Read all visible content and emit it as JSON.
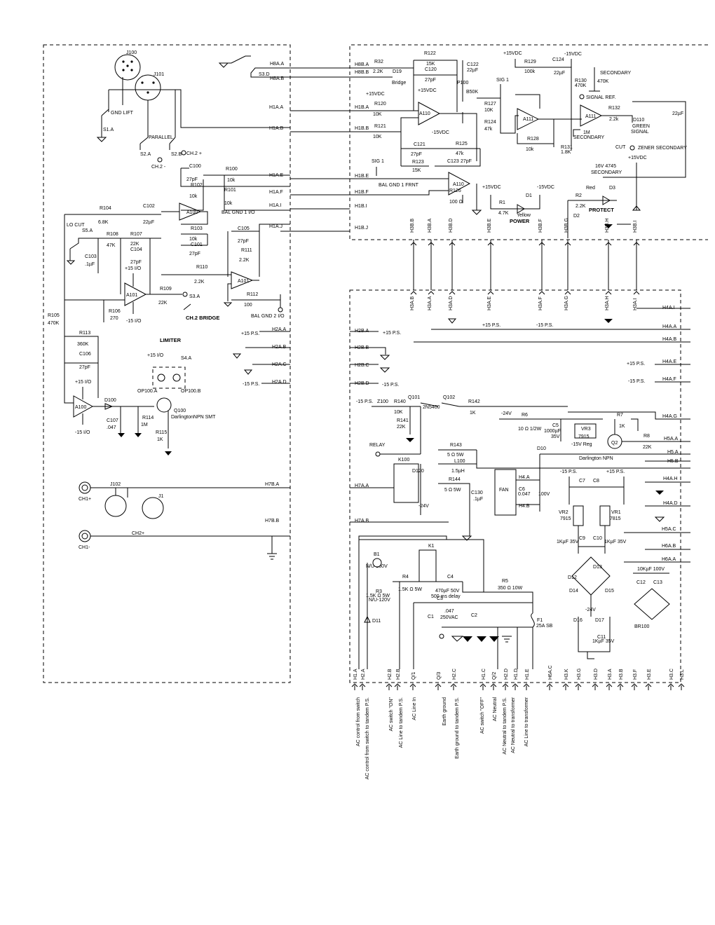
{
  "labels": {
    "j100": "J100",
    "j101": "J101",
    "gnd_lift": "GND LIFT",
    "s1a": "S1.A",
    "parallel": "PARALLEL",
    "s2a": "S2.A",
    "s2b": "S2.B",
    "ch2m": "CH.2 -",
    "ch2p": "CH.2 +",
    "s3d": "S3.D",
    "r32": "R32",
    "r32v": "2.2K",
    "d19": "D19",
    "bridge": "Bridge",
    "p15vdc": "+15VDC",
    "m15vdc": "-15VDC",
    "r122": "R122",
    "r122v": "15K",
    "c120": "C120",
    "c120v": "27pF",
    "c122": "C122",
    "c122v": "22µF",
    "p100": "P100",
    "p100v": "B50K",
    "r120": "R120",
    "r120v": "10K",
    "r121": "R121",
    "r121v": "10K",
    "a110": "A110",
    "r124": "R124",
    "r124v": "47k",
    "c121": "C121",
    "c121v": "27pF",
    "r125": "R125",
    "r125v": "47k",
    "r123": "R123",
    "r123v": "15K",
    "c123": "C123",
    "c123v": "27pF",
    "sig1": "SIG 1",
    "bal1f": "BAL GND 1 FRNT",
    "r126": "R126",
    "r126v": "100 Ω",
    "r129": "R129",
    "r129v": "100k",
    "c124": "C124",
    "c124v": "22µF",
    "secondary": "SECONDARY",
    "r130": "R130",
    "r130v": "470K",
    "v470k": "470K",
    "sigref": "SIGNAL REF.",
    "r127": "R127",
    "r127v": "10K",
    "a111": "A111",
    "r128": "R128",
    "r128v": "10k",
    "r132": "R132",
    "r132v": "2.2k",
    "m1": "1M",
    "d110": "D110",
    "green": "GREEN",
    "signal": "SIGNAL",
    "cut": "CUT",
    "zenersec": "ZENER SECONDARY",
    "r131": "R131",
    "r131v": "1.8K",
    "v16": "16V  4745",
    "c22u": "22µF",
    "r1": "R1",
    "r1v": "4.7K",
    "d1": "D1",
    "yellow": "Yellow",
    "power": "POWER",
    "r2": "R2",
    "r2v": "2.2K",
    "red": "Red",
    "d3": "D3",
    "protect": "PROTECT",
    "d2": "D2",
    "h8aa": "H8A.A",
    "h8ab": "H8A.B",
    "h8ba": "H8B.A",
    "h8bb": "H8B.B",
    "h1aa": "H1A.A",
    "h1ab": "H1A.B",
    "h1ba": "H1B.A",
    "h1bb": "H1B.B",
    "h1ae": "H1A.E",
    "h1af": "H1A.F",
    "h1ai": "H1A.I",
    "h1aj": "H1A.J",
    "h1be": "H1B.E",
    "h1bf": "H1B.F",
    "h1bi": "H1B.I",
    "h1bj": "H1B.J",
    "c100": "C100",
    "c100v": "27pF",
    "r100": "R100",
    "r100v": "10k",
    "r102": "R102",
    "r102v": "10k",
    "r101": "R101",
    "r101v": "10k",
    "balgnd1": "BAL GND 1 I/O",
    "a100": "A100",
    "r104": "R104",
    "r104v": "6.8K",
    "c102": "C102",
    "c102v": "22µF",
    "locut": "LO CUT",
    "s5a": "S5.A",
    "r108": "R108",
    "r108v": "47K",
    "r107": "R107",
    "r107v": "22K",
    "c103": "C103",
    "c103v": ".1µF",
    "c104": "C104",
    "c104v": "27pF",
    "r103": "R103",
    "r103v": "10k",
    "c101": "C101",
    "c101v": "27pF",
    "c105": "C105",
    "c105v": "27pF",
    "r111": "R111",
    "r111v": "2.2K",
    "p15io": "+15 I/O",
    "m15io": "-15 I/O",
    "r110": "R110",
    "r110v": "2.2K",
    "a101": "A101",
    "r109": "R109",
    "r109v": "22K",
    "s3a": "S3.A",
    "ch2bridge": "CH.2 BRIDGE",
    "r112": "R112",
    "r112v": "100",
    "balgnd2": "BAL GND 2 I/O",
    "r106": "R106",
    "r106v": "270",
    "r105": "R105",
    "r105v": "470K",
    "r113": "R113",
    "r113v": "360K",
    "c106": "C106",
    "c106v": "27pF",
    "limiter": "LIMITER",
    "s4a": "S4.A",
    "op100a": "OP100.A",
    "op100b": "OP100.B",
    "d100": "D100",
    "q100": "Q100",
    "darlsmt": "DarlingtonNPN SMT",
    "c107": "C107",
    "c107v": ".047",
    "r114": "R114",
    "r114v": "1M",
    "r115": "R115",
    "r115v": "1K",
    "a100b": "A100",
    "h2aa": "H2A.A",
    "h2ab": "H2A.B",
    "h2ac": "H2A.C",
    "h2ad": "H2A.D",
    "h2ba": "H2B.A",
    "h2bb": "H2B.B",
    "h2bc": "H2B.C",
    "h2bd": "H2B.D",
    "p15ps": "+15 P.S.",
    "m15ps": "-15 P.S.",
    "j102": "J102",
    "j1": "J1",
    "ch1p": "CH1+",
    "ch1m": "CH1-",
    "ch2plus": "CH2+",
    "h7ba": "H7B.A",
    "h7bb": "H7B.B",
    "h7aa": "H7A.A",
    "h7ab": "H7A.B",
    "h3bb": "H3B.B",
    "h3ba": "H3B.A",
    "h3bd": "H3B.D",
    "h3be": "H3B.E",
    "h3bf": "H3B.F",
    "h3bg": "H3B.G",
    "h3bh": "H3B.H",
    "h3bi": "H3B.I",
    "h3ab": "H3A.B",
    "h3aa": "H3A.A",
    "h3ad": "H3A.D",
    "h3ae": "H3A.E",
    "h3af": "H3A.F",
    "h3ag": "H3A.G",
    "h3ah": "H3A.H",
    "h3ai": "H3A.I",
    "h4ai": "H4A.I",
    "h4aa": "H4A.A",
    "h4ab": "H4A.B",
    "h4ae": "H4A.E",
    "h4af": "H4A.F",
    "h4ag": "H4A.G",
    "z100": "Z100",
    "r140": "R140",
    "r140v": "10K",
    "q101": "Q101",
    "q102": "Q102",
    "n2n5400": "2N5400",
    "r142": "R142",
    "r142v": "1K",
    "r141": "R141",
    "r141v": "22K",
    "m24v": "-24V",
    "r6": "R6",
    "r6v": "10 Ω 1/2W",
    "c5": "C5",
    "c5v": "1000µF",
    "v35": "35V",
    "vr3": "VR3",
    "v7915": "7915",
    "m15reg": "-15V Reg",
    "r7": "R7",
    "r7v": "1K",
    "q2": "Q2",
    "r8": "R8",
    "r8v": "22K",
    "h5aa": "H5A.A",
    "darlnpn": "Darlington NPN",
    "relay": "RELAY",
    "r143": "R143",
    "r143v": "5 Ω 5W",
    "k100": "K100",
    "d120": "D120",
    "l100": "L100",
    "l100v": "1.5µH",
    "d10": "D10",
    "h5a": "H5.A",
    "h5b": "H5.B",
    "fan": "FAN",
    "h4aa2": "H4.A",
    "c6": "C6",
    "c6v": "0.047",
    "v100": "100V",
    "h4b": "H4.B",
    "r144": "R144",
    "r144v": "5 Ω 5W",
    "c130": "C130",
    "c130v": ".1µF",
    "h4ah": "H4A.H",
    "h4ad": "H4A.D",
    "c7": "C7",
    "c8": "C8",
    "vr2": "VR2",
    "vr2v": "7915",
    "vr1": "VR1",
    "vr1v": "7815",
    "c9": "C9",
    "c10": "C10",
    "c9v": "1KµF 35V",
    "c10v": "1KµF 35V",
    "h5ac": "H5A.C",
    "h6ab": "H6A.B",
    "h6aa": "H6A.A",
    "b1": "B1",
    "nu230": "N/U-230V",
    "r3": "R3",
    "r3v": "1.5K Ω 5W",
    "nu120": "N/U-120V",
    "r4": "R4",
    "r4v": "1.5K Ω 5W",
    "k1": "K1",
    "c4": "C4",
    "c4v": "470µF 50V",
    "delay": "500 ms delay",
    "r5": "R5",
    "r5v": "350 Ω 10W",
    "c3": "C3",
    "c1": "C1",
    "c2": "C2",
    "c1v": ".047",
    "c1v2": "250VAC",
    "f1": "F1",
    "f1v": "25A SB",
    "d11": "D11",
    "d13": "D13",
    "d12": "D12",
    "d14": "D14",
    "d15": "D15",
    "m24v2": "-24V",
    "d16": "D16",
    "d17": "D17",
    "c11": "C11",
    "c11v": "1KµF 35V",
    "c12": "C12",
    "c13": "C13",
    "c12v": "10KµF 100V",
    "br100": "BR100"
  },
  "bottom_pins": [
    "H1.A",
    "H2.A",
    "H2.B",
    "H2.B",
    "Q/1",
    "Q/3",
    "H2.C",
    "H1.C",
    "Q/2",
    "H2.D",
    "H1.D",
    "H1.E",
    "H6A.C",
    "H3.K",
    "H3.G",
    "H3.D",
    "H3.A",
    "H3.B",
    "H3.F",
    "H3.E",
    "H3.C",
    "H3.L"
  ],
  "bottom_captions": [
    "AC control from switch",
    "AC control from switch to tandem P.S.",
    "AC switch \"ON\"",
    "AC Line to tandem P.S.",
    "AC Line In",
    "Earth ground",
    "Earth ground to tandem P.S.",
    "AC switch \"OFF\"",
    "AC Neutral",
    "AC Neutral to tandem P.S.",
    "AC Neutral to transformer",
    "AC Line to transformer"
  ]
}
